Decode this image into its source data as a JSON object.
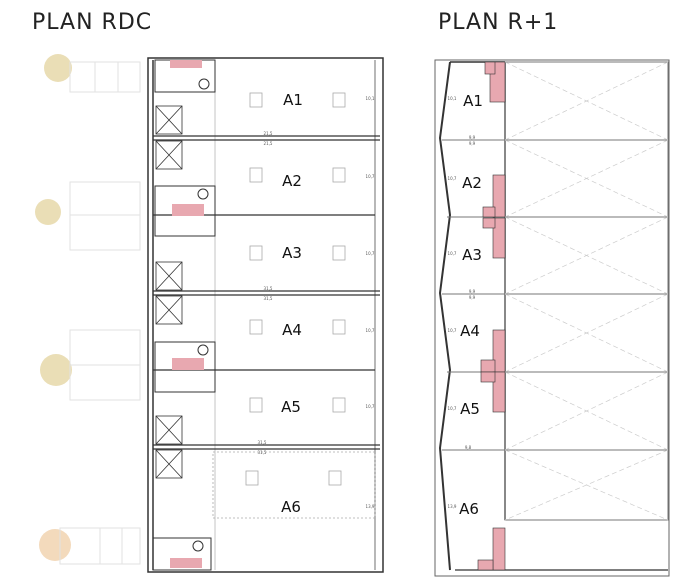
{
  "plans": [
    {
      "title": "PLAN RDC",
      "units": [
        "A1",
        "A2",
        "A3",
        "A4",
        "A5",
        "A6"
      ],
      "widths": [
        "21,5",
        "21,5",
        "31,5",
        "31,5",
        "31,5",
        "31,5"
      ],
      "depths": [
        "10,1",
        "10,7",
        "10,7",
        "10,7",
        "10,7",
        "13,9"
      ]
    },
    {
      "title": "PLAN R+1",
      "units": [
        "A1",
        "A2",
        "A3",
        "A4",
        "A5",
        "A6"
      ],
      "widths": [
        "9,9",
        "9,9",
        "9,9",
        "9,9",
        "9,8"
      ],
      "depths": [
        "10,1",
        "10,7",
        "10,7",
        "10,7",
        "10,7",
        "13,9"
      ]
    }
  ],
  "colors": {
    "walls": "#333333",
    "stairs": "#e8a8b0",
    "trees": "#d9c27a"
  }
}
